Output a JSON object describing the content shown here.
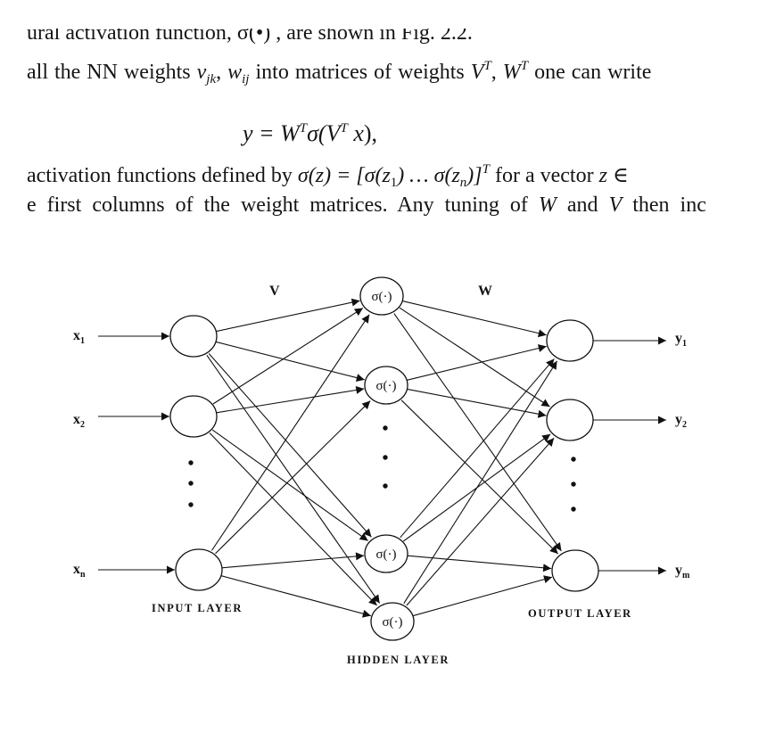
{
  "text": {
    "line0": "ural activation function, σ(•) , are shown in Fig. 2.2.",
    "line1": {
      "a": "all the NN weights ",
      "v": "v",
      "v_sub": "jk",
      "comma1": ", ",
      "w": "w",
      "w_sub": "ij",
      "b": " into matrices of weights ",
      "V": "V",
      "T1": "T",
      "comma2": ", ",
      "W": "W",
      "T2": "T",
      "c": " one can write"
    },
    "equation": {
      "lhs": "y = W",
      "T1": "T",
      "mid": "σ(V",
      "T2": "T",
      "x": " x",
      "end": "),"
    },
    "line3": {
      "a": "activation functions defined by ",
      "fn": "σ(z) = [σ(z",
      "s1": "1",
      "dots": ") … σ(z",
      "sn": "n",
      "close": ")]",
      "T": "T",
      "b": " for a vector ",
      "z": "z",
      "c": " ∈"
    },
    "line4": {
      "a": "e first columns of the weight matrices. Any tuning of ",
      "W": "W",
      "b": " and ",
      "V": "V",
      "c": " then inc"
    }
  },
  "diagram": {
    "inputs": [
      {
        "main": "x",
        "sub": "1"
      },
      {
        "main": "x",
        "sub": "2"
      },
      {
        "main": "x",
        "sub": "n"
      }
    ],
    "outputs": [
      {
        "main": "y",
        "sub": "1"
      },
      {
        "main": "y",
        "sub": "2"
      },
      {
        "main": "y",
        "sub": "m"
      }
    ],
    "hidden_node_label": "σ(·)",
    "weight_labels": {
      "input_to_hidden": "V",
      "hidden_to_output": "W"
    },
    "layer_labels": {
      "input": "INPUT LAYER",
      "hidden": "HIDDEN LAYER",
      "output": "OUTPUT LAYER"
    }
  }
}
